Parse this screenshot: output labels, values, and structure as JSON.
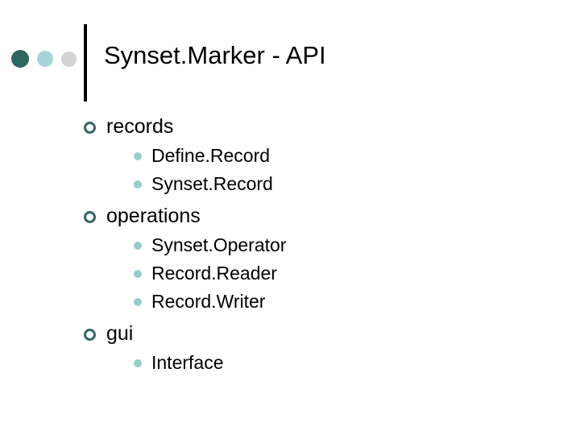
{
  "slide": {
    "title": "Synset.Marker - API",
    "background_color": "#ffffff",
    "title_color": "#000000",
    "rule_color": "#000000",
    "decor_dots": [
      {
        "name": "dot-dark-teal",
        "color": "#2f6660"
      },
      {
        "name": "dot-light-teal",
        "color": "#a5d5d8"
      },
      {
        "name": "dot-light-gray",
        "color": "#d3d3d3"
      }
    ],
    "bullet_colors": {
      "level1_ring": "#336666",
      "level2_fill": "#99cccc"
    },
    "outline": [
      {
        "label": "records",
        "children": [
          {
            "label": "Define.Record"
          },
          {
            "label": "Synset.Record"
          }
        ]
      },
      {
        "label": "operations",
        "children": [
          {
            "label": "Synset.Operator"
          },
          {
            "label": "Record.Reader"
          },
          {
            "label": "Record.Writer"
          }
        ]
      },
      {
        "label": "gui",
        "children": [
          {
            "label": "Interface"
          }
        ]
      }
    ]
  }
}
